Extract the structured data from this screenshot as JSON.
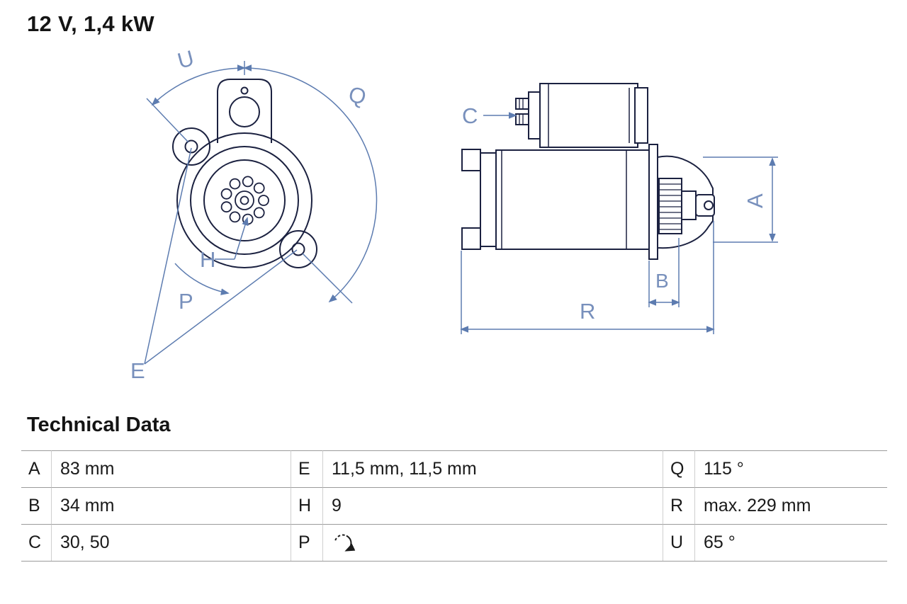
{
  "title": "12 V, 1,4 kW",
  "colors": {
    "drawing_line": "#1b2140",
    "dimension_blue": "#5d7cb0",
    "label_blue": "#7890bc",
    "table_line_gray": "#9b9b9b",
    "text_dark": "#1a1a1a"
  },
  "drawing": {
    "description": "starter-motor technical drawing, front view and side view",
    "labels": {
      "U": "U",
      "Q": "Q",
      "C": "C",
      "A": "A",
      "H": "H",
      "P": "P",
      "B": "B",
      "E": "E",
      "R": "R"
    }
  },
  "table": {
    "heading": "Technical Data",
    "rows": [
      {
        "cells": [
          {
            "key": "A",
            "value": "83 mm"
          },
          {
            "key": "E",
            "value": "11,5 mm, 11,5 mm"
          },
          {
            "key": "Q",
            "value": "115 °"
          }
        ]
      },
      {
        "cells": [
          {
            "key": "B",
            "value": "34 mm"
          },
          {
            "key": "H",
            "value": "9"
          },
          {
            "key": "R",
            "value": "max. 229 mm"
          }
        ]
      },
      {
        "cells": [
          {
            "key": "C",
            "value": "30, 50"
          },
          {
            "key": "P",
            "value": "",
            "icon": "rotation-clockwise-icon"
          },
          {
            "key": "U",
            "value": "65 °"
          }
        ]
      }
    ]
  }
}
